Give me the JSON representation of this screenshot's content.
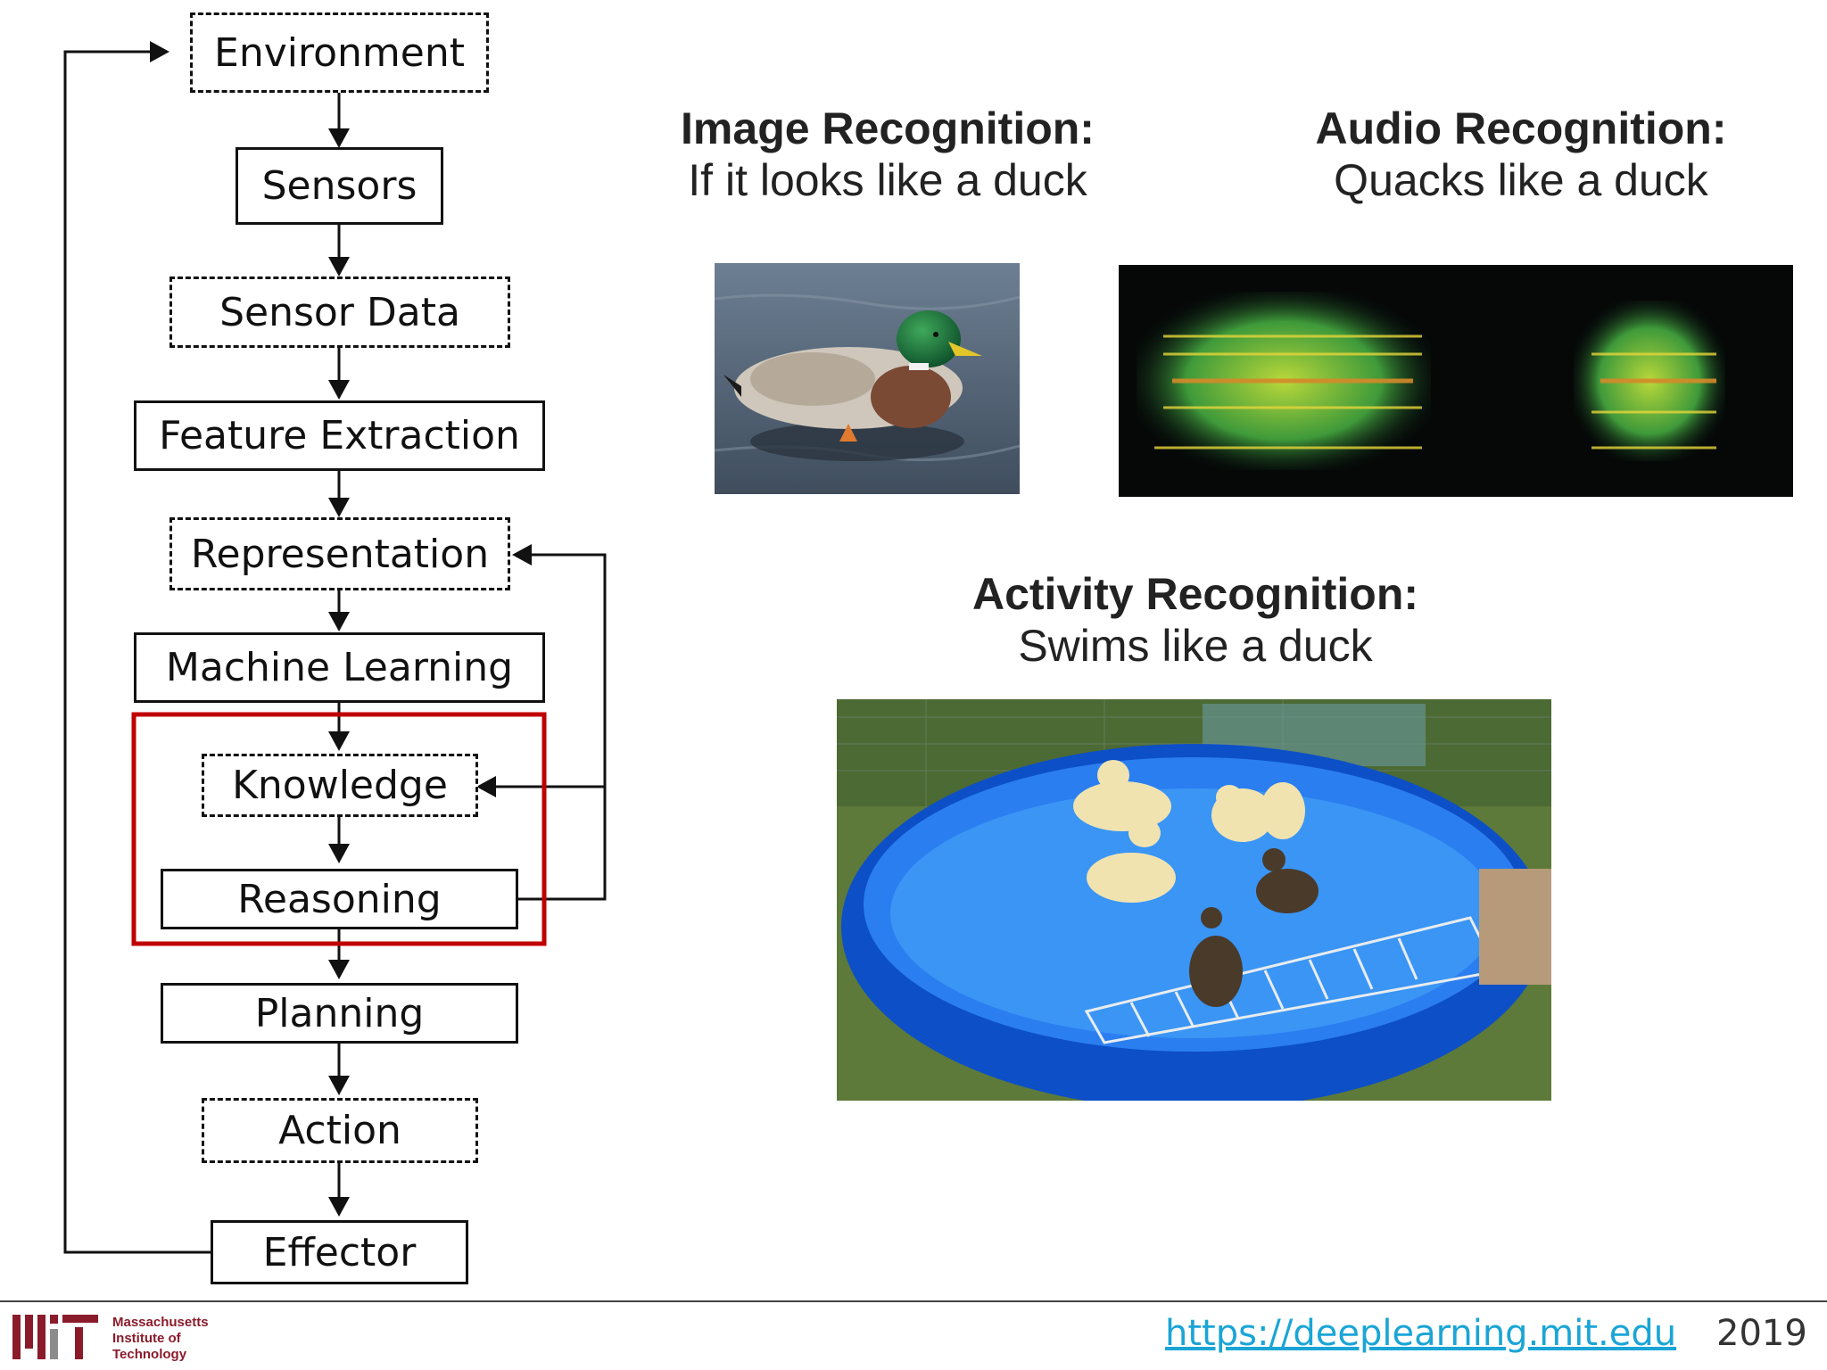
{
  "flow": {
    "environment": "Environment",
    "sensors": "Sensors",
    "sensor_data": "Sensor Data",
    "feature_extraction": "Feature Extraction",
    "representation": "Representation",
    "machine_learning": "Machine Learning",
    "knowledge": "Knowledge",
    "reasoning": "Reasoning",
    "planning": "Planning",
    "action": "Action",
    "effector": "Effector",
    "highlight_color": "#c00000"
  },
  "image_recognition": {
    "title": "Image Recognition:",
    "subtitle": "If it looks like a duck"
  },
  "audio_recognition": {
    "title": "Audio Recognition:",
    "subtitle": "Quacks like a duck"
  },
  "activity_recognition": {
    "title": "Activity Recognition:",
    "subtitle": "Swims like a duck"
  },
  "footer": {
    "logo_line1": "Massachusetts",
    "logo_line2": "Institute of",
    "logo_line3": "Technology",
    "url": "https://deeplearning.mit.edu",
    "year": "2019",
    "url_color": "#1aa5d6"
  }
}
